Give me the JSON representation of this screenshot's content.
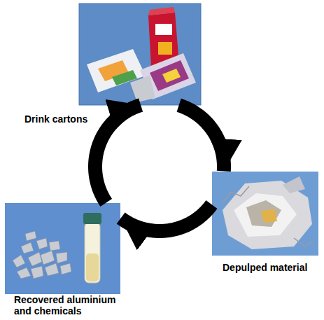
{
  "diagram": {
    "nodes": [
      {
        "text": [
          "Drink cartons"
        ]
      },
      {
        "text": [
          "Depulped material"
        ]
      },
      {
        "text": [
          "Recovered aluminium and chemicals"
        ]
      }
    ],
    "edges": [
      {
        "from": 0,
        "to": 1,
        "arrow": "to"
      },
      {
        "from": 1,
        "to": 2,
        "arrow": "to"
      },
      {
        "from": 2,
        "to": 0,
        "arrow": "to"
      }
    ]
  }
}
